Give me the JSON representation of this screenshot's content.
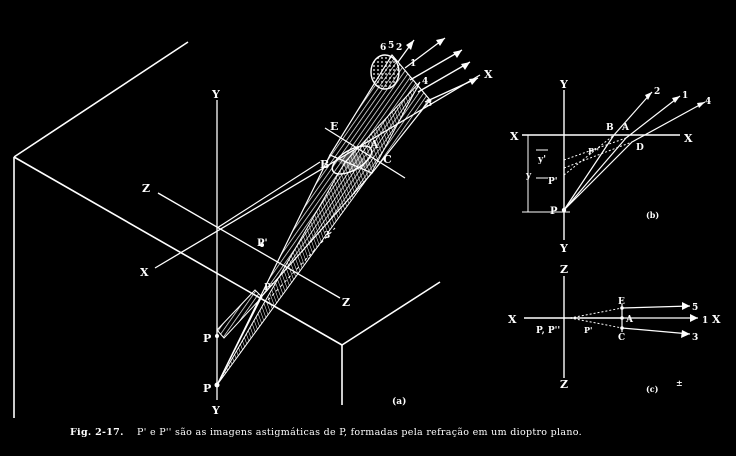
{
  "diagram": {
    "labels_a": {
      "y_top": "Y",
      "y_bottom": "Y",
      "z_left": "Z",
      "z_right": "Z",
      "x_left": "X",
      "x_right": "X",
      "p_prime": "P'",
      "p_double_prime": "P''",
      "p": "P",
      "e": "E",
      "b": "B",
      "a": "A",
      "c": "C",
      "ray1": "1",
      "ray2": "2",
      "ray3": "3",
      "ray4": "4",
      "ray5": "5",
      "ray6": "6",
      "ray3_low": "3",
      "sub": "(a)"
    },
    "labels_b": {
      "y_top": "Y",
      "y_bottom": "Y",
      "x_left": "X",
      "x_right": "X",
      "b": "B",
      "a": "A",
      "d": "D",
      "p_double_prime": "P''",
      "p_prime": "P'",
      "p": "P",
      "y_prime": "y'",
      "y": "y",
      "ray1": "1",
      "ray2": "2",
      "ray4": "4",
      "sub": "(b)"
    },
    "labels_c": {
      "z_top": "Z",
      "z_bottom": "Z",
      "x_left": "X",
      "x_right": "X",
      "e": "E",
      "a": "A",
      "c": "C",
      "p_pp": "P, P''",
      "p_prime": "P'",
      "ray5": "5",
      "ray1": "1",
      "ray3": "3",
      "sub": "(c)",
      "mark": "±"
    }
  },
  "caption": {
    "number": "Fig. 2-17.",
    "text": "P' e P'' são as imagens astigmáticas de P, formadas pela refração em um dioptro plano."
  }
}
